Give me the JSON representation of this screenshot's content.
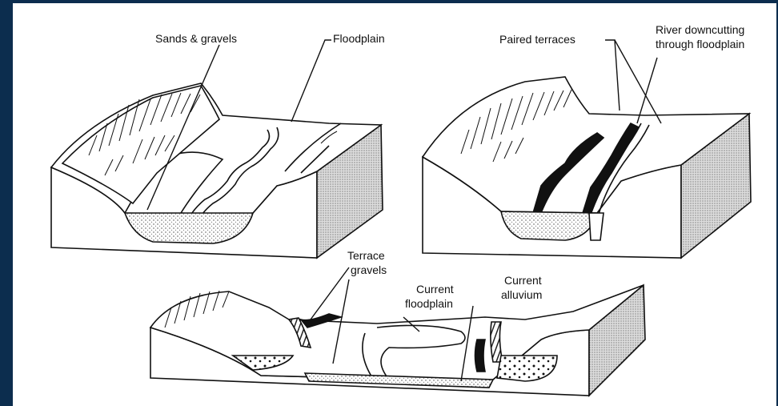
{
  "labels": {
    "sands_gravels": "Sands & gravels",
    "floodplain": "Floodplain",
    "paired_terraces": "Paired terraces",
    "river_downcutting_1": "River downcutting",
    "river_downcutting_2": "through floodplain",
    "terrace_1": "Terrace",
    "terrace_2": "gravels",
    "current_fp_1": "Current",
    "current_fp_2": "floodplain",
    "current_all_1": "Current",
    "current_all_2": "alluvium"
  },
  "colors": {
    "background": "#0c2d4e",
    "panel": "#ffffff",
    "ink": "#111111",
    "stipple": "#b5b5b5"
  }
}
